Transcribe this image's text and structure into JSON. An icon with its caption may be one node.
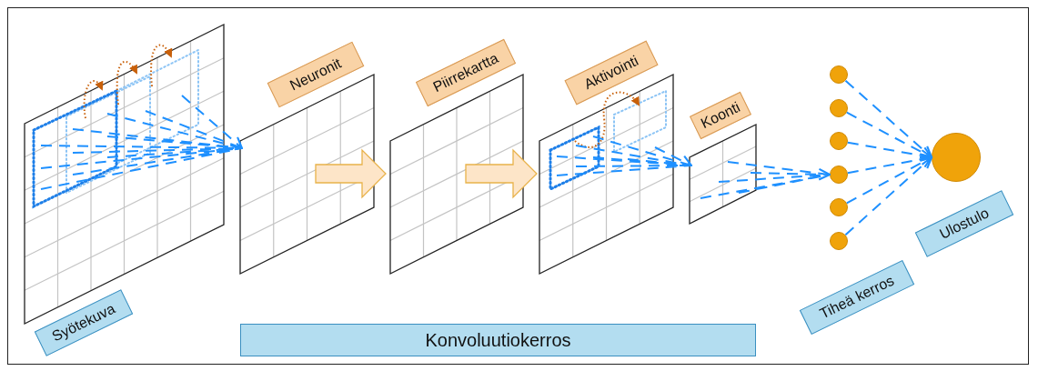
{
  "diagram": {
    "nodes": [
      {
        "text": [
          "Syötekuva"
        ]
      },
      {
        "text": [
          "Neuronit"
        ]
      },
      {
        "text": [
          "Piirrekartta"
        ]
      },
      {
        "text": [
          "Aktivointi"
        ]
      },
      {
        "text": [
          "Koonti"
        ]
      },
      {
        "text": [],
        "shape": "circle"
      },
      {
        "text": [],
        "shape": "circle"
      },
      {
        "text": [],
        "shape": "circle"
      },
      {
        "text": [],
        "shape": "circle"
      },
      {
        "text": [],
        "shape": "circle"
      },
      {
        "text": [],
        "shape": "circle"
      },
      {
        "text": [],
        "shape": "circle",
        "beside": [
          "Ulostulo"
        ]
      }
    ],
    "edges": [
      {
        "from": 0,
        "to": 1,
        "arrow": "to",
        "style": "dashed"
      },
      {
        "from": 1,
        "to": 2,
        "arrow": "to",
        "style": "thick",
        "color": "#fde5c8"
      },
      {
        "from": 2,
        "to": 3,
        "arrow": "to",
        "style": "thick",
        "color": "#fde5c8"
      },
      {
        "from": 3,
        "to": 4,
        "arrow": "to",
        "style": "dashed"
      },
      {
        "from": 4,
        "to": 8,
        "arrow": "to",
        "style": "dashed"
      },
      {
        "from": 5,
        "to": 11,
        "arrow": "to",
        "style": "dashed"
      },
      {
        "from": 6,
        "to": 11,
        "arrow": "to",
        "style": "dashed"
      },
      {
        "from": 7,
        "to": 11,
        "arrow": "to",
        "style": "dashed"
      },
      {
        "from": 8,
        "to": 11,
        "arrow": "to",
        "style": "dashed"
      },
      {
        "from": 9,
        "to": 11,
        "arrow": "to",
        "style": "dashed"
      },
      {
        "from": 10,
        "to": 11,
        "arrow": "to",
        "style": "dashed"
      }
    ],
    "labels": [
      "Tiheä kerros",
      "Konvoluutiokerros"
    ]
  }
}
